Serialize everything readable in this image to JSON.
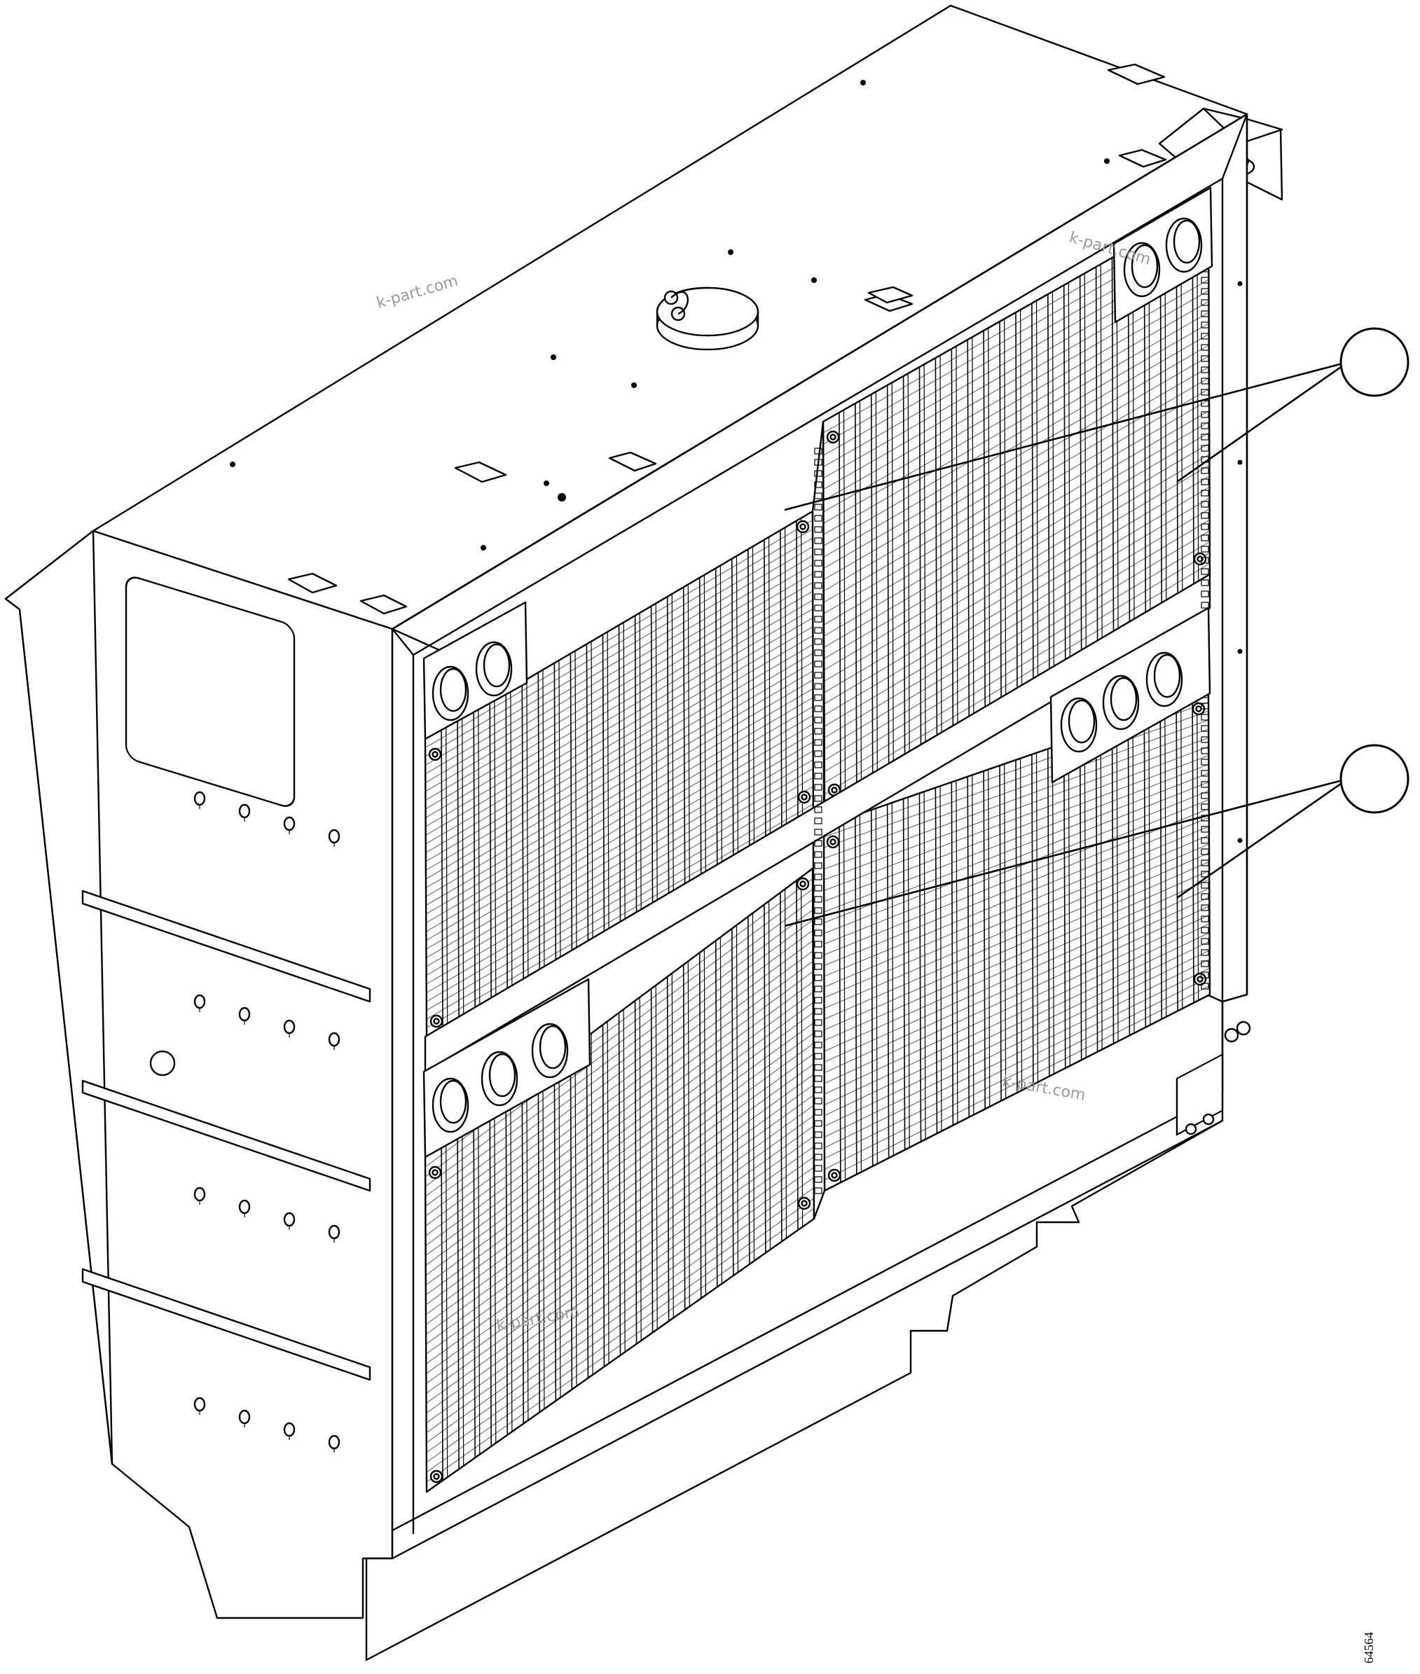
{
  "drawing": {
    "figure_number": "64564",
    "watermarks": [
      "k-part.com",
      "k-part.com",
      "k-part.com",
      "k-part.com"
    ]
  },
  "callouts": [
    {
      "id": "upper-core",
      "label": ""
    },
    {
      "id": "lower-core",
      "label": ""
    }
  ]
}
